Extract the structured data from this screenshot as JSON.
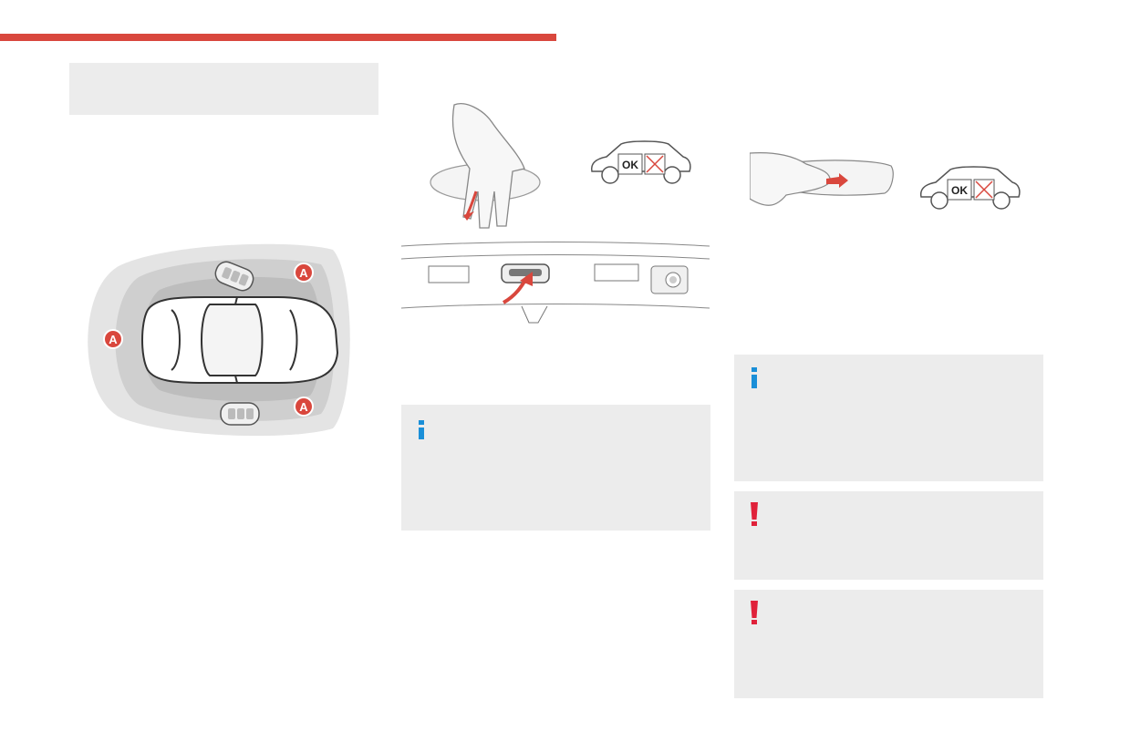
{
  "colors": {
    "accent_red": "#d9473d",
    "info_blue": "#1a8fd8",
    "warning_red": "#e0213a",
    "panel_gray": "#ececec",
    "zone_light": "#e4e4e4",
    "zone_mid": "#cfcfcf",
    "zone_dark": "#b8b8b8"
  },
  "header": {
    "rule_color": "#d9473d"
  },
  "keyless_zone_figure": {
    "zone_marker_label": "A",
    "icons": [
      "car-top-view-icon",
      "key-fob-icon",
      "zone-marker-icon"
    ]
  },
  "door_handle_figures": {
    "unlock_ok_label": "OK",
    "lock_ok_label": "OK",
    "icons": [
      "hand-on-handle-icon",
      "car-side-ok-icon",
      "thumb-on-sensor-icon",
      "tailgate-button-icon"
    ]
  },
  "notes": [
    {
      "type": "info",
      "icon": "info-icon"
    },
    {
      "type": "info",
      "icon": "info-icon"
    },
    {
      "type": "warning",
      "icon": "warning-icon"
    },
    {
      "type": "warning",
      "icon": "warning-icon"
    }
  ]
}
